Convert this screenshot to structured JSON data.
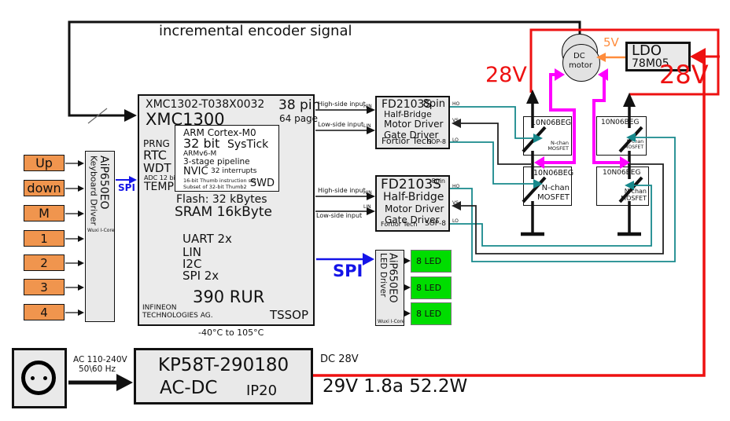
{
  "diagram": {
    "encoder_label": "incremental encoder signal",
    "temp_range": "-40°C to 105°C"
  },
  "mcu": {
    "part": "XMC1302-T038X0032",
    "family": "XMC1300",
    "pins": "38 pin",
    "pages": "64 page",
    "periph": [
      "PRNG",
      "RTC",
      "WDT",
      "ADC 12 bit",
      "TEMP"
    ],
    "core": {
      "name": "ARM Cortex-M0",
      "width": "32 bit",
      "systick": "SysTick",
      "arch": "ARMv6-M",
      "pipeline": "3-stage pipeline",
      "nvic": "NVIC",
      "interrupts": "32 interrupts",
      "isa1": "16-bit Thumb instruction set",
      "isa2": "Subset of 32-bit Thumb2",
      "debug": "SWD"
    },
    "flash": "Flash: 32 kBytes",
    "sram": "SRAM 16kByte",
    "interfaces": [
      "UART 2x",
      "LIN",
      "I2C",
      "SPI 2x"
    ],
    "price": "390 RUR",
    "vendor1": "INFINEON",
    "vendor2": "TECHNOLOGIES AG.",
    "package": "TSSOP"
  },
  "keypad": {
    "buttons": [
      "Up",
      "down",
      "M",
      "1",
      "2",
      "3",
      "4"
    ],
    "driver_part": "AiP650EO",
    "driver_role": "Keyboard Driver",
    "driver_vendor": "Wuxi I-Core",
    "bus_label": "SPI"
  },
  "gate_driver": {
    "part": "FD2103S",
    "pins": "8pin",
    "line1": "Half-Bridge",
    "line2": "Motor Driver",
    "line3": "Gate Driver",
    "vendor": "Fortior Tech",
    "package": "SOP-8",
    "input_high": "High-side input",
    "input_low": "Low-side input",
    "pin_hin": "HIN",
    "pin_lin": "LIN",
    "pin_ho": "HO",
    "pin_vs": "VS",
    "pin_lo": "LO"
  },
  "mosfet": {
    "part": "10N06BEG",
    "ch": "N-chan",
    "type": "MOSFET"
  },
  "motor": {
    "line1": "DC",
    "line2": "motor"
  },
  "ldo": {
    "name": "LDO",
    "part": "78M05",
    "out_label": "5V"
  },
  "power": {
    "v28_left": "28V",
    "v28_right": "28V"
  },
  "led": {
    "driver_part": "AiP650EO",
    "driver_role": "LED Driver",
    "driver_vendor": "Wuxi I-Core",
    "bus_label": "SPI",
    "banks": [
      "8 LED",
      "8 LED",
      "8 LED"
    ]
  },
  "psu": {
    "ac_line1": "AC 110-240V",
    "ac_line2": "50\\60 Hz",
    "model": "KP58T-290180",
    "conv": "AC-DC",
    "ip": "IP20",
    "dc_label": "DC 28V",
    "spec": "29V 1.8a  52.2W"
  }
}
